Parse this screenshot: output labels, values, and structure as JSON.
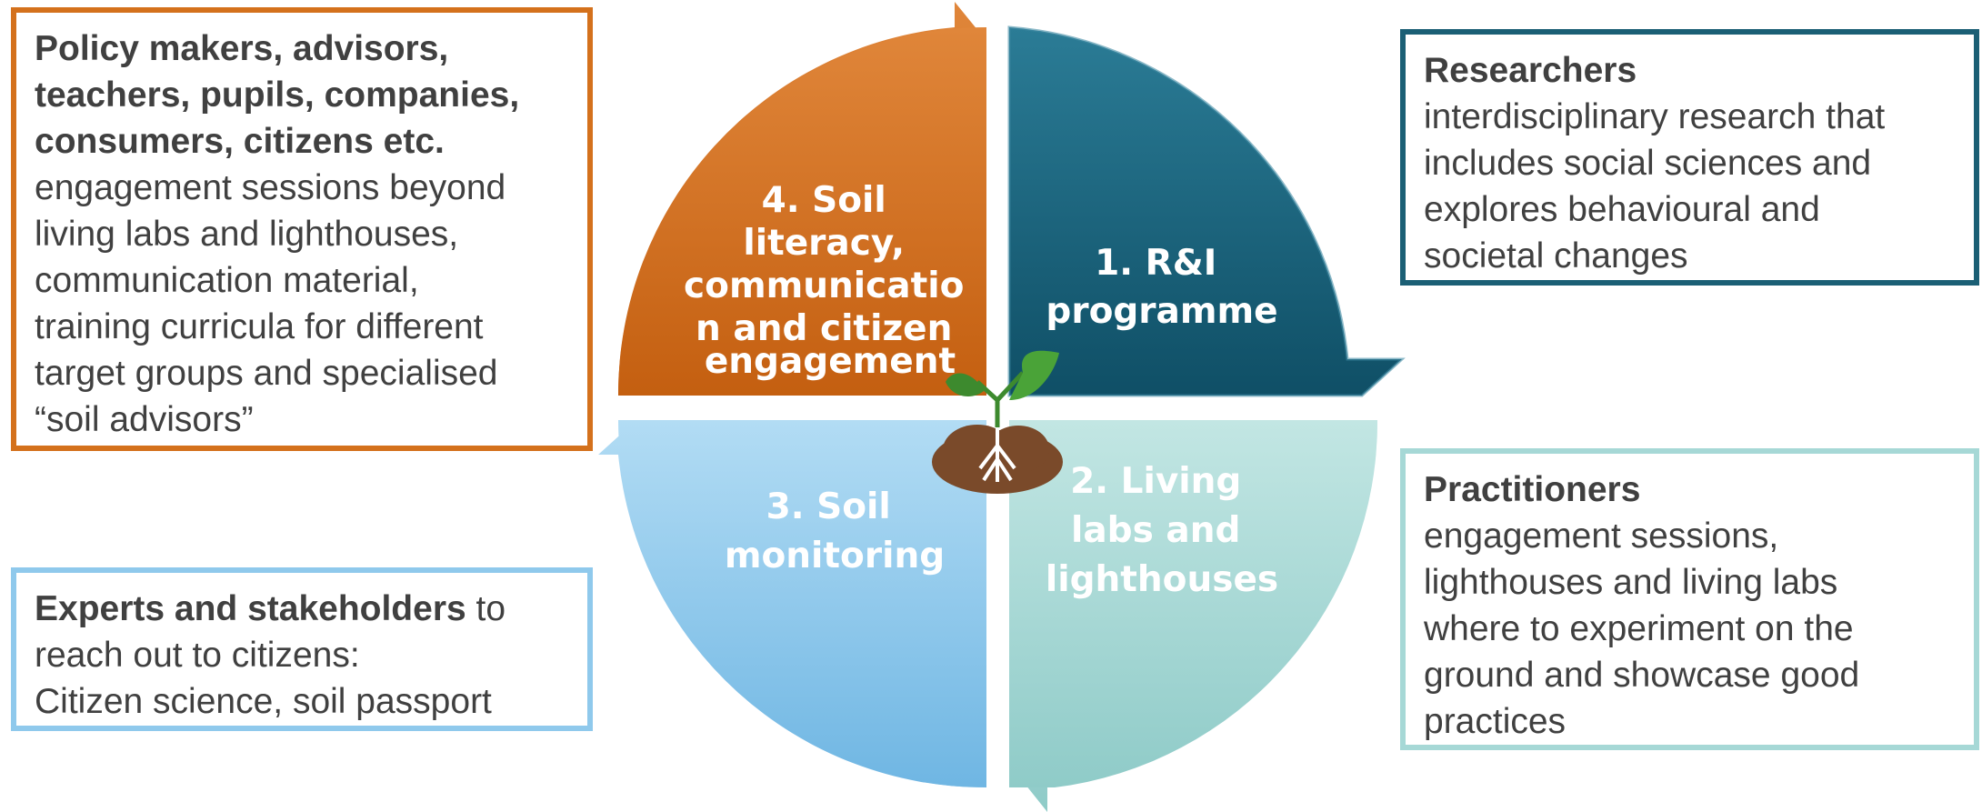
{
  "colors": {
    "orange": "#d4711c",
    "dark_teal": "#1b5f75",
    "light_teal": "#a6d8d6",
    "light_blue": "#8fc9ec",
    "text_gray": "#404040",
    "soil_brown": "#7a4a2a",
    "leaf_green": "#4aa338"
  },
  "boxes": {
    "policy": {
      "title_lines": [
        "Policy makers, advisors,",
        "teachers, pupils, companies,",
        "consumers, citizens etc."
      ],
      "body_lines": [
        "engagement sessions beyond",
        "living labs and lighthouses,",
        "communication material,",
        "training curricula for different",
        "target groups and specialised",
        "“soil advisors”"
      ]
    },
    "researchers": {
      "title": "Researchers",
      "body_lines": [
        "interdisciplinary research that",
        "includes social sciences and",
        "explores behavioural and",
        "societal changes"
      ]
    },
    "experts": {
      "title": "Experts and stakeholders",
      "title_suffix": " to",
      "body_lines": [
        "reach out to citizens:",
        "Citizen science, soil passport"
      ]
    },
    "practitioners": {
      "title": "Practitioners",
      "body_lines": [
        "engagement sessions,",
        "lighthouses and living labs",
        "where to experiment on the",
        "ground and showcase good",
        "practices"
      ]
    }
  },
  "segments": {
    "s1": [
      "1. R&I",
      "programme"
    ],
    "s2": [
      "2. Living",
      "labs and",
      "lighthouses"
    ],
    "s3": [
      "3. Soil",
      "monitoring"
    ],
    "s4": [
      "4. Soil",
      "literacy,",
      "communicatio",
      "n and citizen",
      "engagement"
    ]
  },
  "icons": {
    "center": "seedling-in-soil-icon"
  }
}
